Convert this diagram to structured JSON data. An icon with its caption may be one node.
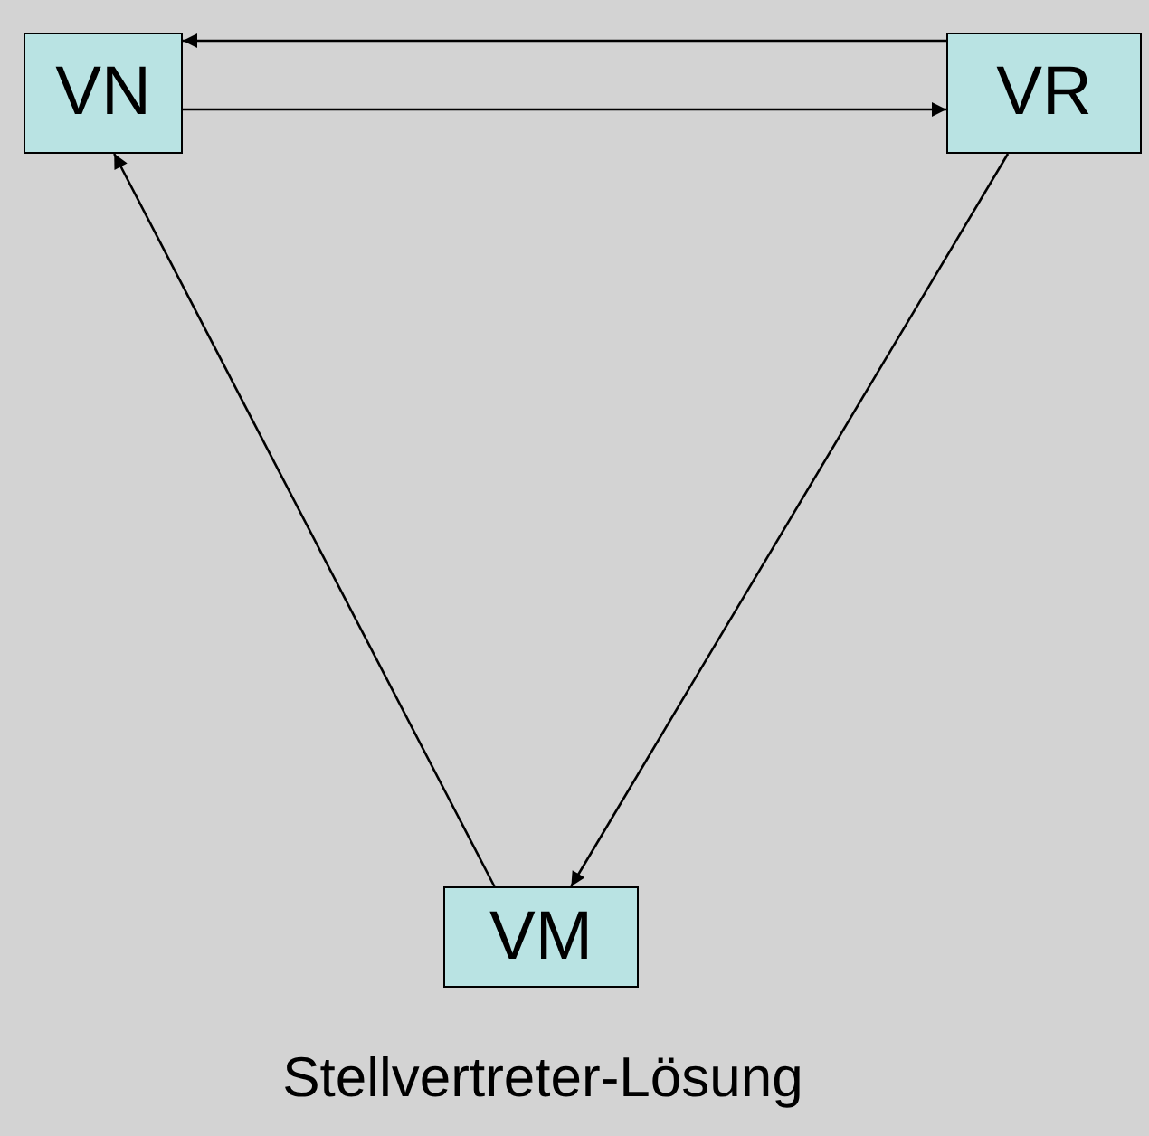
{
  "diagram": {
    "caption": "Stellvertreter-Lösung",
    "nodes": [
      {
        "text": [
          "VN"
        ]
      },
      {
        "text": [
          "VR"
        ]
      },
      {
        "text": [
          "VM"
        ]
      }
    ],
    "edges": [
      {
        "from": 1,
        "to": 0,
        "arrow": "to"
      },
      {
        "from": 0,
        "to": 1,
        "arrow": "to"
      },
      {
        "from": 2,
        "to": 0,
        "arrow": "to"
      },
      {
        "from": 1,
        "to": 2,
        "arrow": "to"
      }
    ]
  }
}
